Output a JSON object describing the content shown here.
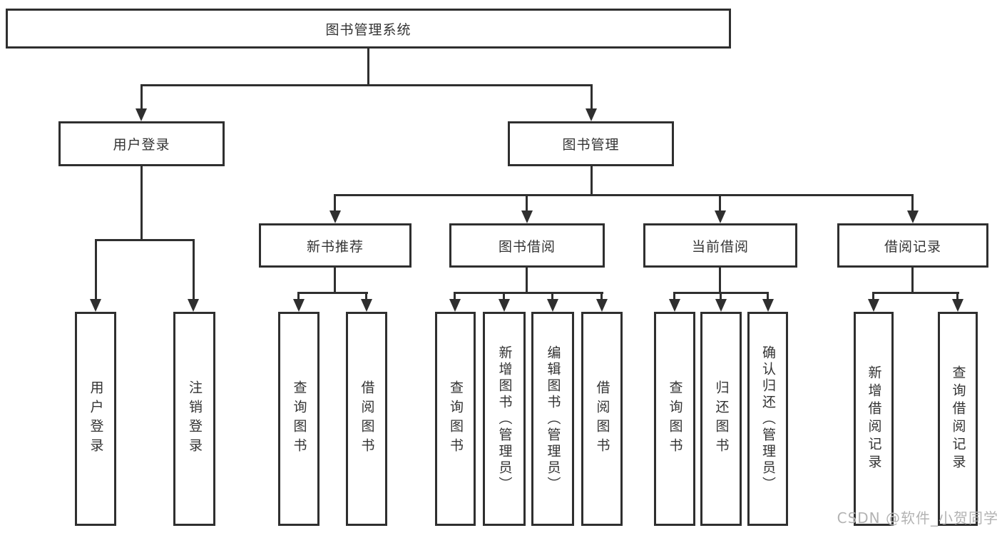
{
  "tree": {
    "root": {
      "label": "图书管理系统"
    },
    "children": [
      {
        "label": "用户登录",
        "leaves": [
          "用户登录",
          "注销登录"
        ]
      },
      {
        "label": "图书管理",
        "groups": [
          {
            "label": "新书推荐",
            "leaves": [
              "查询图书",
              "借阅图书"
            ]
          },
          {
            "label": "图书借阅",
            "leaves": [
              "查询图书",
              "新增图书（管理员）",
              "编辑图书（管理员）",
              "借阅图书"
            ]
          },
          {
            "label": "当前借阅",
            "leaves": [
              "查询图书",
              "归还图书",
              "确认归还（管理员）"
            ]
          },
          {
            "label": "借阅记录",
            "leaves": [
              "新增借阅记录",
              "查询借阅记录"
            ]
          }
        ]
      }
    ]
  },
  "watermark": "CSDN @软件_小贺同学",
  "colors": {
    "line": "#2f2f2f",
    "text": "#333333",
    "background": "#ffffff",
    "watermark": "#b3b3b3"
  }
}
